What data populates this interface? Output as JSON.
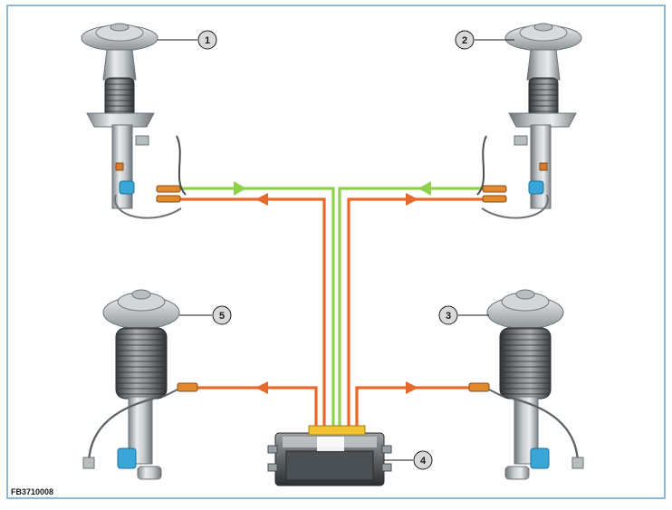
{
  "figure_id": "FB3710008",
  "callouts": [
    {
      "number": "1"
    },
    {
      "number": "2"
    },
    {
      "number": "3"
    },
    {
      "number": "4"
    },
    {
      "number": "5"
    }
  ],
  "colors": {
    "frame": "#8fb7d6",
    "signal_green": "#8ed14b",
    "signal_orange": "#e8672a",
    "callout_fill": "#d9d9d9",
    "connector_yellow": "#f2c230"
  },
  "icons": [
    "front-strut-left",
    "front-strut-right",
    "rear-strut-left",
    "rear-strut-right",
    "control-unit"
  ]
}
